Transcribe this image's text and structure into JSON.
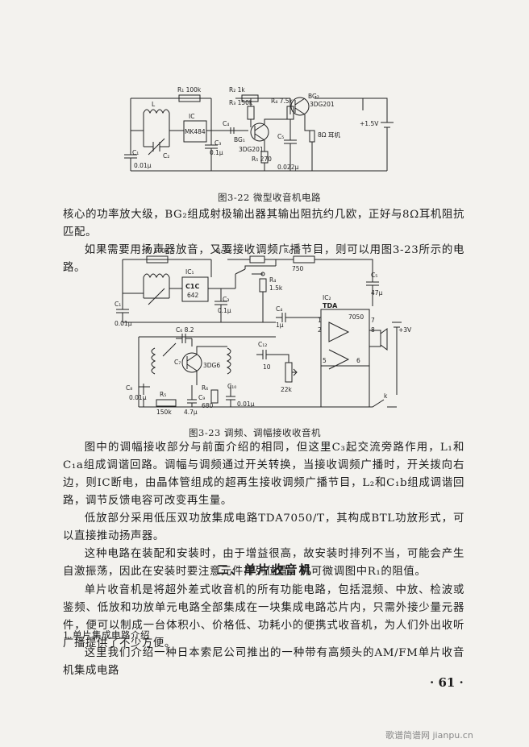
{
  "figure22": {
    "caption": "图3-22  微型收音机电路",
    "labels": {
      "r1": "R₁ 100k",
      "r2": "R₂ 1k",
      "r3": "R₃ 150k",
      "r4": "R₄ 7.5k",
      "r5": "R₅ 270",
      "bg1": "BG₁",
      "bg1_type": "3DG201",
      "bg2": "BG₂",
      "bg2_type": "3DG201",
      "l": "L",
      "c2": "C₂",
      "ic": "IC",
      "ic_name": "MK484",
      "c1": "C₁",
      "c1_val": "0.01μ",
      "c3": "C₃",
      "c3_val": "0.1μ",
      "c4": "C₄",
      "c5": "C₅",
      "c5_val": "0.022μ",
      "earphone": "8Ω 耳机",
      "supply": "+1.5V"
    }
  },
  "text1": [
    "核心的功率放大级，BG₂组成射极输出器其输出阻抗约几欧，正好与8Ω耳机阻抗匹配。",
    "如果需要用扬声器放音，又要接收调频广播节目，则可以用图3-23所示的电路。"
  ],
  "figure23": {
    "caption": "图3-23  调频、调幅接收收音机",
    "labels": {
      "r1": "R₁ 100k",
      "r2": "R₂ 1k",
      "r3": "R₃",
      "r3_val": "750",
      "r4": "R₄",
      "r4_val": "1.5k",
      "ic1": "IC₁",
      "ic1_name": "C1C",
      "ic1_num": "642",
      "ic2": "IC₂",
      "tda": "TDA",
      "tda_num": "7050",
      "c1": "C₁",
      "c1_val": "0.01μ",
      "c3": "C₃",
      "c3_val": "0.1μ",
      "c4": "C₄",
      "c4_val": "1μ",
      "c5": "C₅",
      "c5_val": "47μ",
      "c6": "C₆ 8.2",
      "c7": "C₇",
      "c8": "C₈",
      "c9": "C₉",
      "c10": "C₁₀",
      "c12": "C₁₂",
      "c12_val": "10",
      "r5": "R₅",
      "r5_val": "150k",
      "r6": "R₆",
      "r6_val": "680",
      "c_val1": "0.01μ",
      "c_val2": "4.7μ",
      "c_val3": "0.01μ",
      "q": "3DG6",
      "pot": "22k",
      "k": "k",
      "supply": "+3V",
      "pins": [
        "1",
        "2",
        "7",
        "6",
        "8",
        "5"
      ]
    }
  },
  "text2": [
    "图中的调幅接收部分与前面介绍的相同，但这里C₃起交流旁路作用，L₁和C₁a组成调谐回路。调幅与调频通过开关转换，当接收调频广播时，开关拨向右边，则IC断电，由晶体管组成的超再生接收调频广播节目，L₂和C₁b组成调谐回路，调节反馈电容可改变再生量。",
    "低放部分采用低压双功放集成电路TDA7050/T，其构成BTL功放形式，可以直接推动扬声器。",
    "这种电路在装配和安装时，由于增益很高，故安装时排列不当，可能会产生自激振荡，因此在安装时要注意元件排列位置，并可微调图中R₁的阻值。"
  ],
  "section_heading": "二、单片收音机",
  "text3": "单片收音机是将超外差式收音机的所有功能电路，包括混频、中放、检波或鉴频、低放和功放单元电路全部集成在一块集成电路芯片内，只需外接少量元器件，便可以制成一台体积小、价格低、功耗小的便携式收音机，为人们外出收听广播提供了不少方便。",
  "subheading": "1.单片集成电路介绍",
  "text4": "这里我们介绍一种日本索尼公司推出的一种带有高频头的AM/FM单片收音机集成电路",
  "page_number": "· 61 ·",
  "watermark": "歌谱简谱网 jianpu.cn"
}
